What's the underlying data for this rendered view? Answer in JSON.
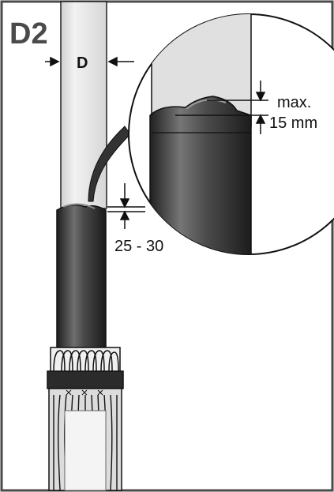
{
  "figure_label": "D2",
  "diameter_label": "D",
  "gap_label": "25 - 30",
  "tolerance_label_line1": "max.",
  "tolerance_label_line2": "15 mm",
  "colors": {
    "pipe": "#e6e6e6",
    "sleeve_dark": "#2e2e2e",
    "sleeve_mid": "#6a6a6a",
    "frame": "#4a4a4a",
    "label_gray": "#4a4a4a"
  }
}
